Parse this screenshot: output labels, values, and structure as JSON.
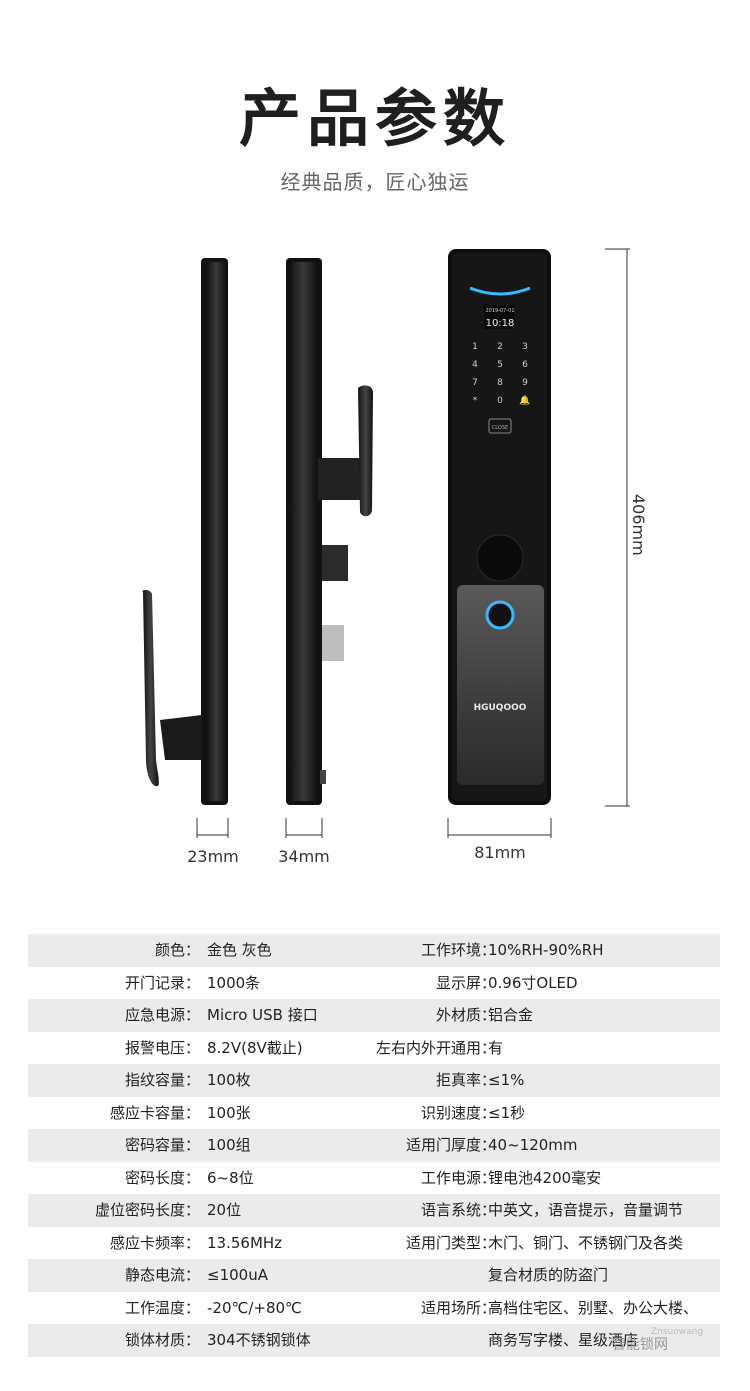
{
  "header": {
    "title": "产品参数",
    "subtitle": "经典品质，匠心独运"
  },
  "product": {
    "lock_screen": {
      "date": "2019-07-01",
      "time": "10:18"
    },
    "keypad": [
      "1",
      "2",
      "3",
      "4",
      "5",
      "6",
      "7",
      "8",
      "9",
      "*",
      "0",
      "🔔"
    ],
    "close_label": "CLOSE",
    "brand_logo": "HGUQOOO",
    "colors": {
      "body": "#141414",
      "frame": "#2a2a2a",
      "accent_blue": "#3ab8ff",
      "panel": "#4a4a4a"
    }
  },
  "dimensions": {
    "side1_width": "23mm",
    "side2_width": "34mm",
    "front_width": "81mm",
    "height": "406mm"
  },
  "specs": [
    {
      "lk": "颜色：",
      "lv": "金色 灰色",
      "rk": "工作环境：",
      "rv": "10%RH-90%RH"
    },
    {
      "lk": "开门记录：",
      "lv": "1000条",
      "rk": "显示屏：",
      "rv": "0.96寸OLED"
    },
    {
      "lk": "应急电源：",
      "lv": "Micro USB 接口",
      "rk": "外材质：",
      "rv": "铝合金"
    },
    {
      "lk": "报警电压：",
      "lv": "8.2V(8V截止)",
      "rk": "左右内外开通用：",
      "rv": "有"
    },
    {
      "lk": "指纹容量：",
      "lv": "100枚",
      "rk": "拒真率：",
      "rv": "≤1%"
    },
    {
      "lk": "感应卡容量：",
      "lv": "100张",
      "rk": "识别速度：",
      "rv": "≤1秒"
    },
    {
      "lk": "密码容量：",
      "lv": "100组",
      "rk": "适用门厚度：",
      "rv": "40~120mm"
    },
    {
      "lk": "密码长度：",
      "lv": "6~8位",
      "rk": "工作电源：",
      "rv": "锂电池4200毫安"
    },
    {
      "lk": "虚位密码长度：",
      "lv": "20位",
      "rk": "语言系统：",
      "rv": "中英文，语音提示，音量调节"
    },
    {
      "lk": "感应卡频率：",
      "lv": "13.56MHz",
      "rk": "适用门类型：",
      "rv": "木门、铜门、不锈钢门及各类"
    },
    {
      "lk": "静态电流：",
      "lv": "≤100uA",
      "rk": "",
      "rv": "复合材质的防盗门"
    },
    {
      "lk": "工作温度：",
      "lv": "-20℃/+80℃",
      "rk": "适用场所：",
      "rv": "高档住宅区、别墅、办公大楼、"
    },
    {
      "lk": "锁体材质：",
      "lv": "304不锈钢锁体",
      "rk": "",
      "rv": "商务写字楼、星级酒店"
    }
  ],
  "watermark": {
    "text": "智能锁网",
    "sub": "Znsuowang"
  }
}
